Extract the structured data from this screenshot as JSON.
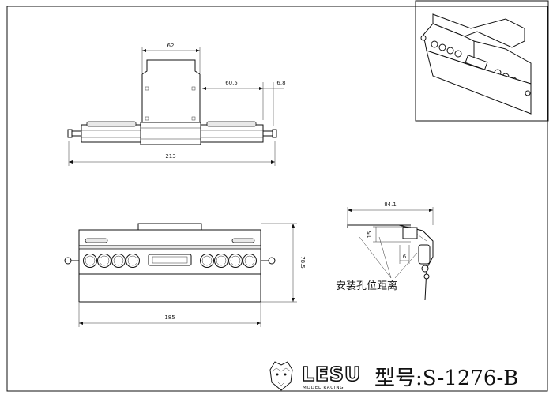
{
  "dimensions": {
    "top_view": {
      "center_width": "62",
      "overhang": "60.5",
      "bracket": "6.8",
      "total_width": "213"
    },
    "front_view": {
      "width": "185",
      "height": "78.5"
    },
    "side_view": {
      "depth": "84.1",
      "drop": "15",
      "offset": "6"
    }
  },
  "side_note": "安装孔位距离",
  "brand": {
    "name": "LESU",
    "sub": "MODEL RACING"
  },
  "model_number": "型号:S-1276-B"
}
